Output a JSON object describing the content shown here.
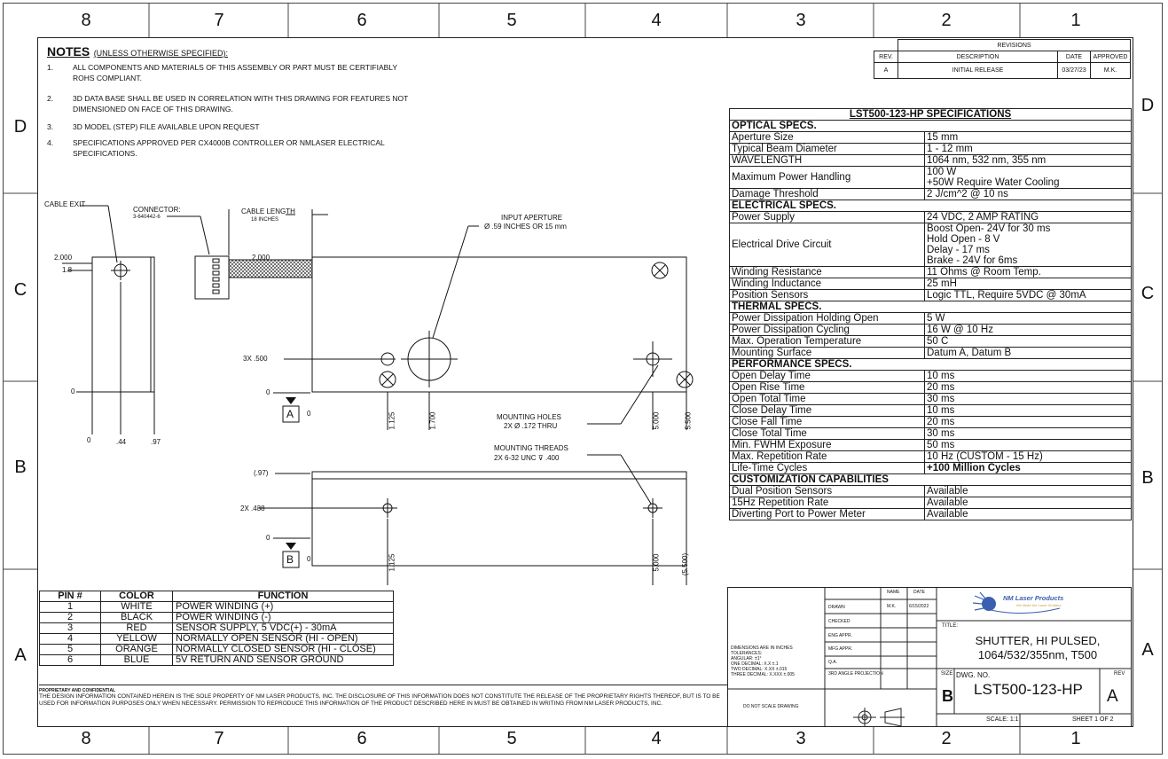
{
  "zones": {
    "top": [
      "8",
      "7",
      "6",
      "5",
      "4",
      "3",
      "2",
      "1"
    ],
    "bottom": [
      "8",
      "7",
      "6",
      "5",
      "4",
      "3",
      "2",
      "1"
    ],
    "left": [
      "D",
      "C",
      "B",
      "A"
    ],
    "right": [
      "D",
      "C",
      "B",
      "A"
    ]
  },
  "notes": {
    "title": "NOTES",
    "subtitle": "(UNLESS OTHERWISE SPECIFIED):",
    "items": [
      {
        "num": "1.",
        "text": "ALL COMPONENTS AND MATERIALS OF THIS ASSEMBLY OR PART MUST BE CERTIFIABLY ROHS COMPLIANT."
      },
      {
        "num": "2.",
        "text": "3D DATA BASE SHALL BE USED IN CORRELATION WITH THIS DRAWING FOR FEATURES NOT DIMENSIONED ON FACE OF THIS DRAWING."
      },
      {
        "num": "3.",
        "text": "3D MODEL (STEP) FILE AVAILABLE UPON REQUEST"
      },
      {
        "num": "4.",
        "text": "SPECIFICATIONS APPROVED PER CX4000B CONTROLLER OR NMLASER ELECTRICAL SPECIFICATIONS."
      }
    ]
  },
  "revisions": {
    "title": "REVISIONS",
    "headers": [
      "REV.",
      "DESCRIPTION",
      "DATE",
      "APPROVED"
    ],
    "rows": [
      [
        "A",
        "INITIAL RELEASE",
        "03/27/23",
        "M.K."
      ]
    ]
  },
  "spec_table": {
    "title": "LST500-123-HP SPECIFICATIONS",
    "sections": [
      {
        "name": "OPTICAL SPECS.",
        "rows": [
          [
            "Aperture Size",
            "15 mm"
          ],
          [
            "Typical Beam Diameter",
            "1 - 12 mm"
          ],
          [
            "WAVELENGTH",
            "1064 nm, 532 nm, 355 nm"
          ],
          [
            "Maximum Power Handling",
            "100 W\n+50W Require Water Cooling"
          ],
          [
            "Damage Threshold",
            "2 J/cm^2 @ 10 ns"
          ]
        ]
      },
      {
        "name": "ELECTRICAL SPECS.",
        "rows": [
          [
            "Power Supply",
            "24 VDC, 2 AMP RATING"
          ],
          [
            "Electrical Drive Circuit",
            "Boost Open- 24V for 30 ms\nHold Open - 8 V\nDelay - 17 ms\nBrake - 24V for 6ms"
          ],
          [
            "Winding Resistance",
            "11 Ohms @ Room Temp."
          ],
          [
            "Winding Inductance",
            "25 mH"
          ],
          [
            "Position Sensors",
            "Logic TTL, Require 5VDC @ 30mA"
          ]
        ]
      },
      {
        "name": "THERMAL SPECS.",
        "rows": [
          [
            "Power Dissipation Holding Open",
            "5 W"
          ],
          [
            "Power Dissipation Cycling",
            "16 W @ 10 Hz"
          ],
          [
            "Max. Operation Temperature",
            "50 C"
          ],
          [
            "Mounting Surface",
            "Datum A, Datum B"
          ]
        ]
      },
      {
        "name": "PERFORMANCE SPECS.",
        "rows": [
          [
            "Open Delay Time",
            "10 ms"
          ],
          [
            "Open Rise Time",
            "20 ms"
          ],
          [
            "Open Total Time",
            "30 ms"
          ],
          [
            "Close Delay Time",
            "10 ms"
          ],
          [
            "Close Fall Time",
            "20 ms"
          ],
          [
            "Close Total Time",
            "30 ms"
          ],
          [
            "Min. FWHM Exposure",
            "50 ms"
          ],
          [
            "Max. Repetition Rate",
            "10 Hz  (CUSTOM - 15 Hz)"
          ],
          [
            "Life-Time Cycles",
            "+100 Million Cycles"
          ]
        ]
      },
      {
        "name": "CUSTOMIZATION CAPABILITIES",
        "rows": [
          [
            "Dual Position Sensors",
            "Available"
          ],
          [
            "15Hz Repetition Rate",
            "Available"
          ],
          [
            "Diverting Port to Power Meter",
            "Available"
          ]
        ]
      }
    ]
  },
  "pin_table": {
    "headers": [
      "PIN #",
      "COLOR",
      "FUNCTION"
    ],
    "rows": [
      [
        "1",
        "WHITE",
        "POWER WINDING (+)"
      ],
      [
        "2",
        "BLACK",
        "POWER WINDING (-)"
      ],
      [
        "3",
        "RED",
        "SENSOR SUPPLY, 5 VDC(+) - 30mA"
      ],
      [
        "4",
        "YELLOW",
        "NORMALLY OPEN SENSOR (HI - OPEN)"
      ],
      [
        "5",
        "ORANGE",
        "NORMALLY CLOSED SENSOR (HI - CLOSE)"
      ],
      [
        "6",
        "BLUE",
        "5V RETURN AND SENSOR GROUND"
      ]
    ]
  },
  "proprietary": {
    "heading": "PROPRIETARY AND CONFIDENTIAL",
    "text": "THE DESIGN INFORMATION CONTAINED HEREIN IS THE SOLE PROPERTY OF NM LASER PRODUCTS, INC.  THE DISCLOSURE OF THIS INFORMATION DOES NOT CONSTITUTE THE RELEASE OF THE PROPRIETARY RIGHTS THEREOF, BUT IS TO BE USED FOR INFORMATION PURPOSES ONLY WHEN NECESSARY. PERMISSION TO REPRODUCE THIS INFORMATION OF THE PRODUCT DESCRIBED HERE IN MUST BE OBTAINED IN WRITING FROM NM LASER PRODUCTS, INC."
  },
  "drawing_labels": {
    "cable_exit": "CABLE EXIT",
    "connector": "CONNECTOR:",
    "connector_pn": "3-640442-6",
    "cable_length": "CABLE LENGTH",
    "cable_length_val": "18 INCHES",
    "input_aperture": "INPUT APERTURE",
    "input_aperture_dim": "Ø .59 INCHES OR 15 mm",
    "mounting_holes": "MOUNTING HOLES",
    "mounting_holes_dim": "2X Ø .172 THRU",
    "mounting_threads": "MOUNTING THREADS",
    "mounting_threads_dim": "2X 6-32 UNC ⊽ .400",
    "dim_2000_side": "2.000",
    "dim_18": "1.8",
    "dim_0_side": "0",
    "dim_0_bottom": "0",
    "dim_44": ".44",
    "dim_97": ".97",
    "dim_2000_top": "2.000",
    "dim_3x500": "3X .500",
    "dim_0_front": "0",
    "datum_a": "A",
    "datum_b": "B",
    "dim_0_front_b": "0",
    "dim_1125": "1.125",
    "dim_1700": "1.700",
    "dim_5000": "5.000",
    "dim_5500": "5.500",
    "dim_97_ref": "(.97)",
    "dim_2x438": "2X .438",
    "dim_0_lower": "0",
    "dim_0_lower_b": "0",
    "dim_1125_lower": "1.125",
    "dim_5000_lower": "5.000",
    "dim_5500_ref": "(5.500)"
  },
  "title_block": {
    "col_name": "NAME",
    "col_date": "DATE",
    "drawn": "DRAWN",
    "drawn_name": "M.K.",
    "drawn_date": "6/15/2022",
    "checked": "CHECKED",
    "eng_appr": "ENG APPR.",
    "mfg_appr": "MFG APPR.",
    "qa": "Q.A.",
    "tolerances": [
      "DIMENSIONS ARE IN INCHES",
      "TOLERANCES:",
      "ANGULAR: ±1°",
      "ONE DECIMAL:  X.X  ±.1",
      "TWO DECIMAL:  X.XX ±.015",
      "THREE DECIMAL: X.XXX ±.005"
    ],
    "projection": "3RD ANGLE PROJECTION",
    "do_not_scale": "DO NOT SCALE DRAWING",
    "company": "NM Laser Products",
    "tagline": "We Make the Laser Shutters",
    "title_label": "TITLE:",
    "title_line1": "SHUTTER, HI PULSED,",
    "title_line2": "1064/532/355nm, T500",
    "size_label": "SIZE",
    "size": "B",
    "dwg_label": "DWG.  NO.",
    "dwg_no": "LST500-123-HP",
    "rev_label": "REV",
    "rev": "A",
    "scale": "SCALE: 1:1",
    "sheet": "SHEET 1 OF 2"
  },
  "colors": {
    "ink": "#111111",
    "logo_blue": "#3b5fb0",
    "logo_gold": "#c8a23a"
  }
}
